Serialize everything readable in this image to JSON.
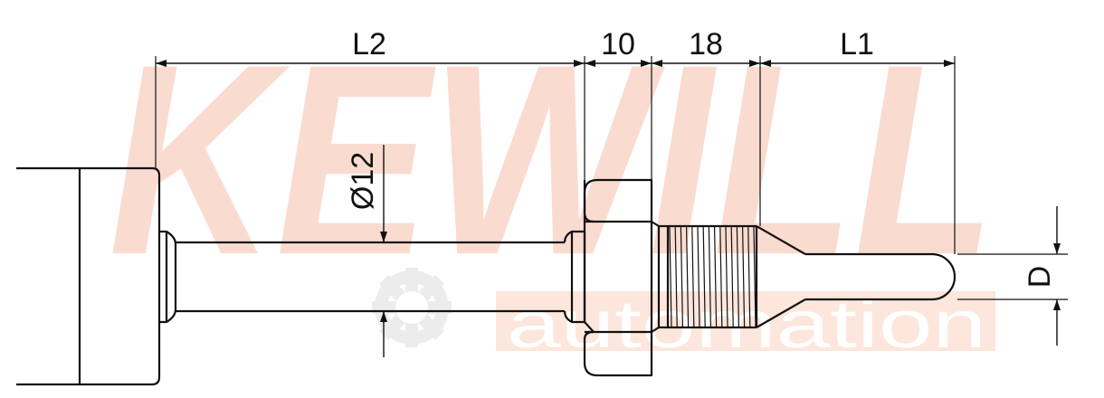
{
  "watermark": {
    "brand": "KEWILL",
    "sub": "automation",
    "brand_color": "#f3a98c",
    "gray_color": "#ececec",
    "sub_bg_color": "#fde4d8"
  },
  "dimensions": {
    "l2": "L2",
    "hex_width": "10",
    "thread_length": "18",
    "l1": "L1",
    "diameter": "Ø12",
    "tip_diameter": "D"
  },
  "colors": {
    "line": "#111111",
    "background": "#ffffff"
  }
}
